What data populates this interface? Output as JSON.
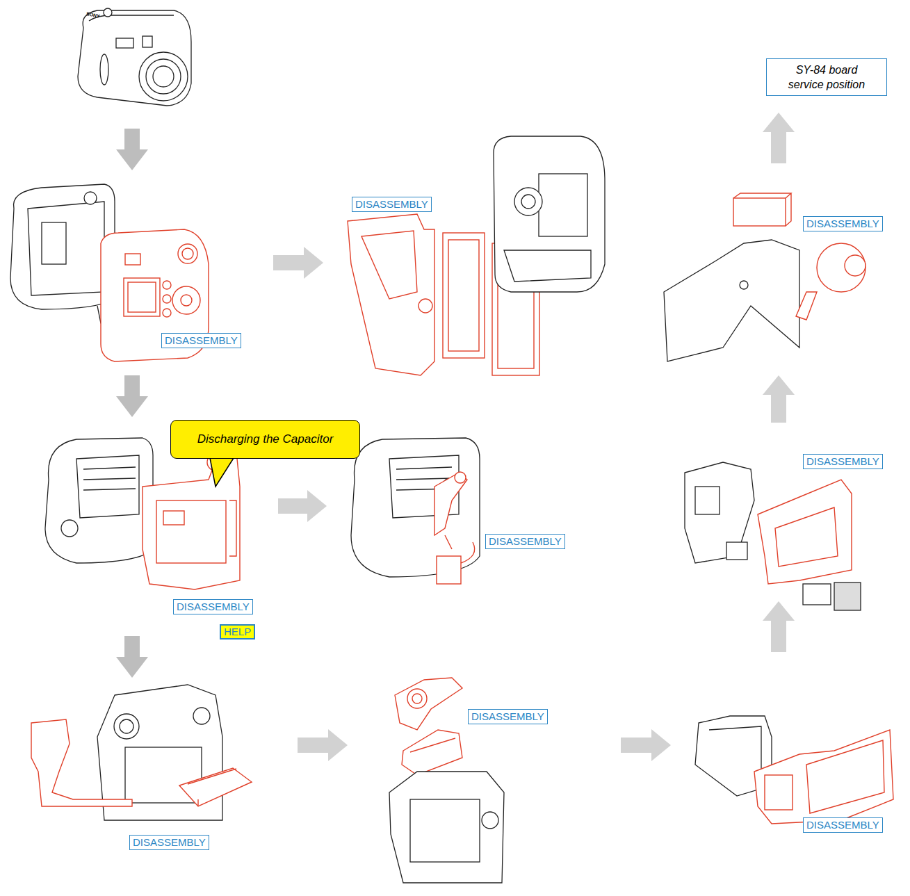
{
  "diagram": {
    "nodes": [
      {
        "text": [
          "SY-84 board service position"
        ]
      },
      {
        "text": [
          "DISASSEMBLY"
        ]
      },
      {
        "text": [
          "DISASSEMBLY"
        ]
      },
      {
        "text": [
          "DISASSEMBLY"
        ]
      },
      {
        "text": [
          "Discharging the Capacitor"
        ]
      },
      {
        "text": [
          "DISASSEMBLY"
        ]
      },
      {
        "text": [
          "DISASSEMBLY"
        ]
      },
      {
        "text": [
          "DISASSEMBLY"
        ]
      },
      {
        "text": [
          "HELP"
        ]
      },
      {
        "text": [
          "DISASSEMBLY"
        ]
      },
      {
        "text": [
          "DISASSEMBLY"
        ]
      },
      {
        "text": [
          "DISASSEMBLY"
        ]
      }
    ],
    "labels": [
      "SONY"
    ]
  }
}
